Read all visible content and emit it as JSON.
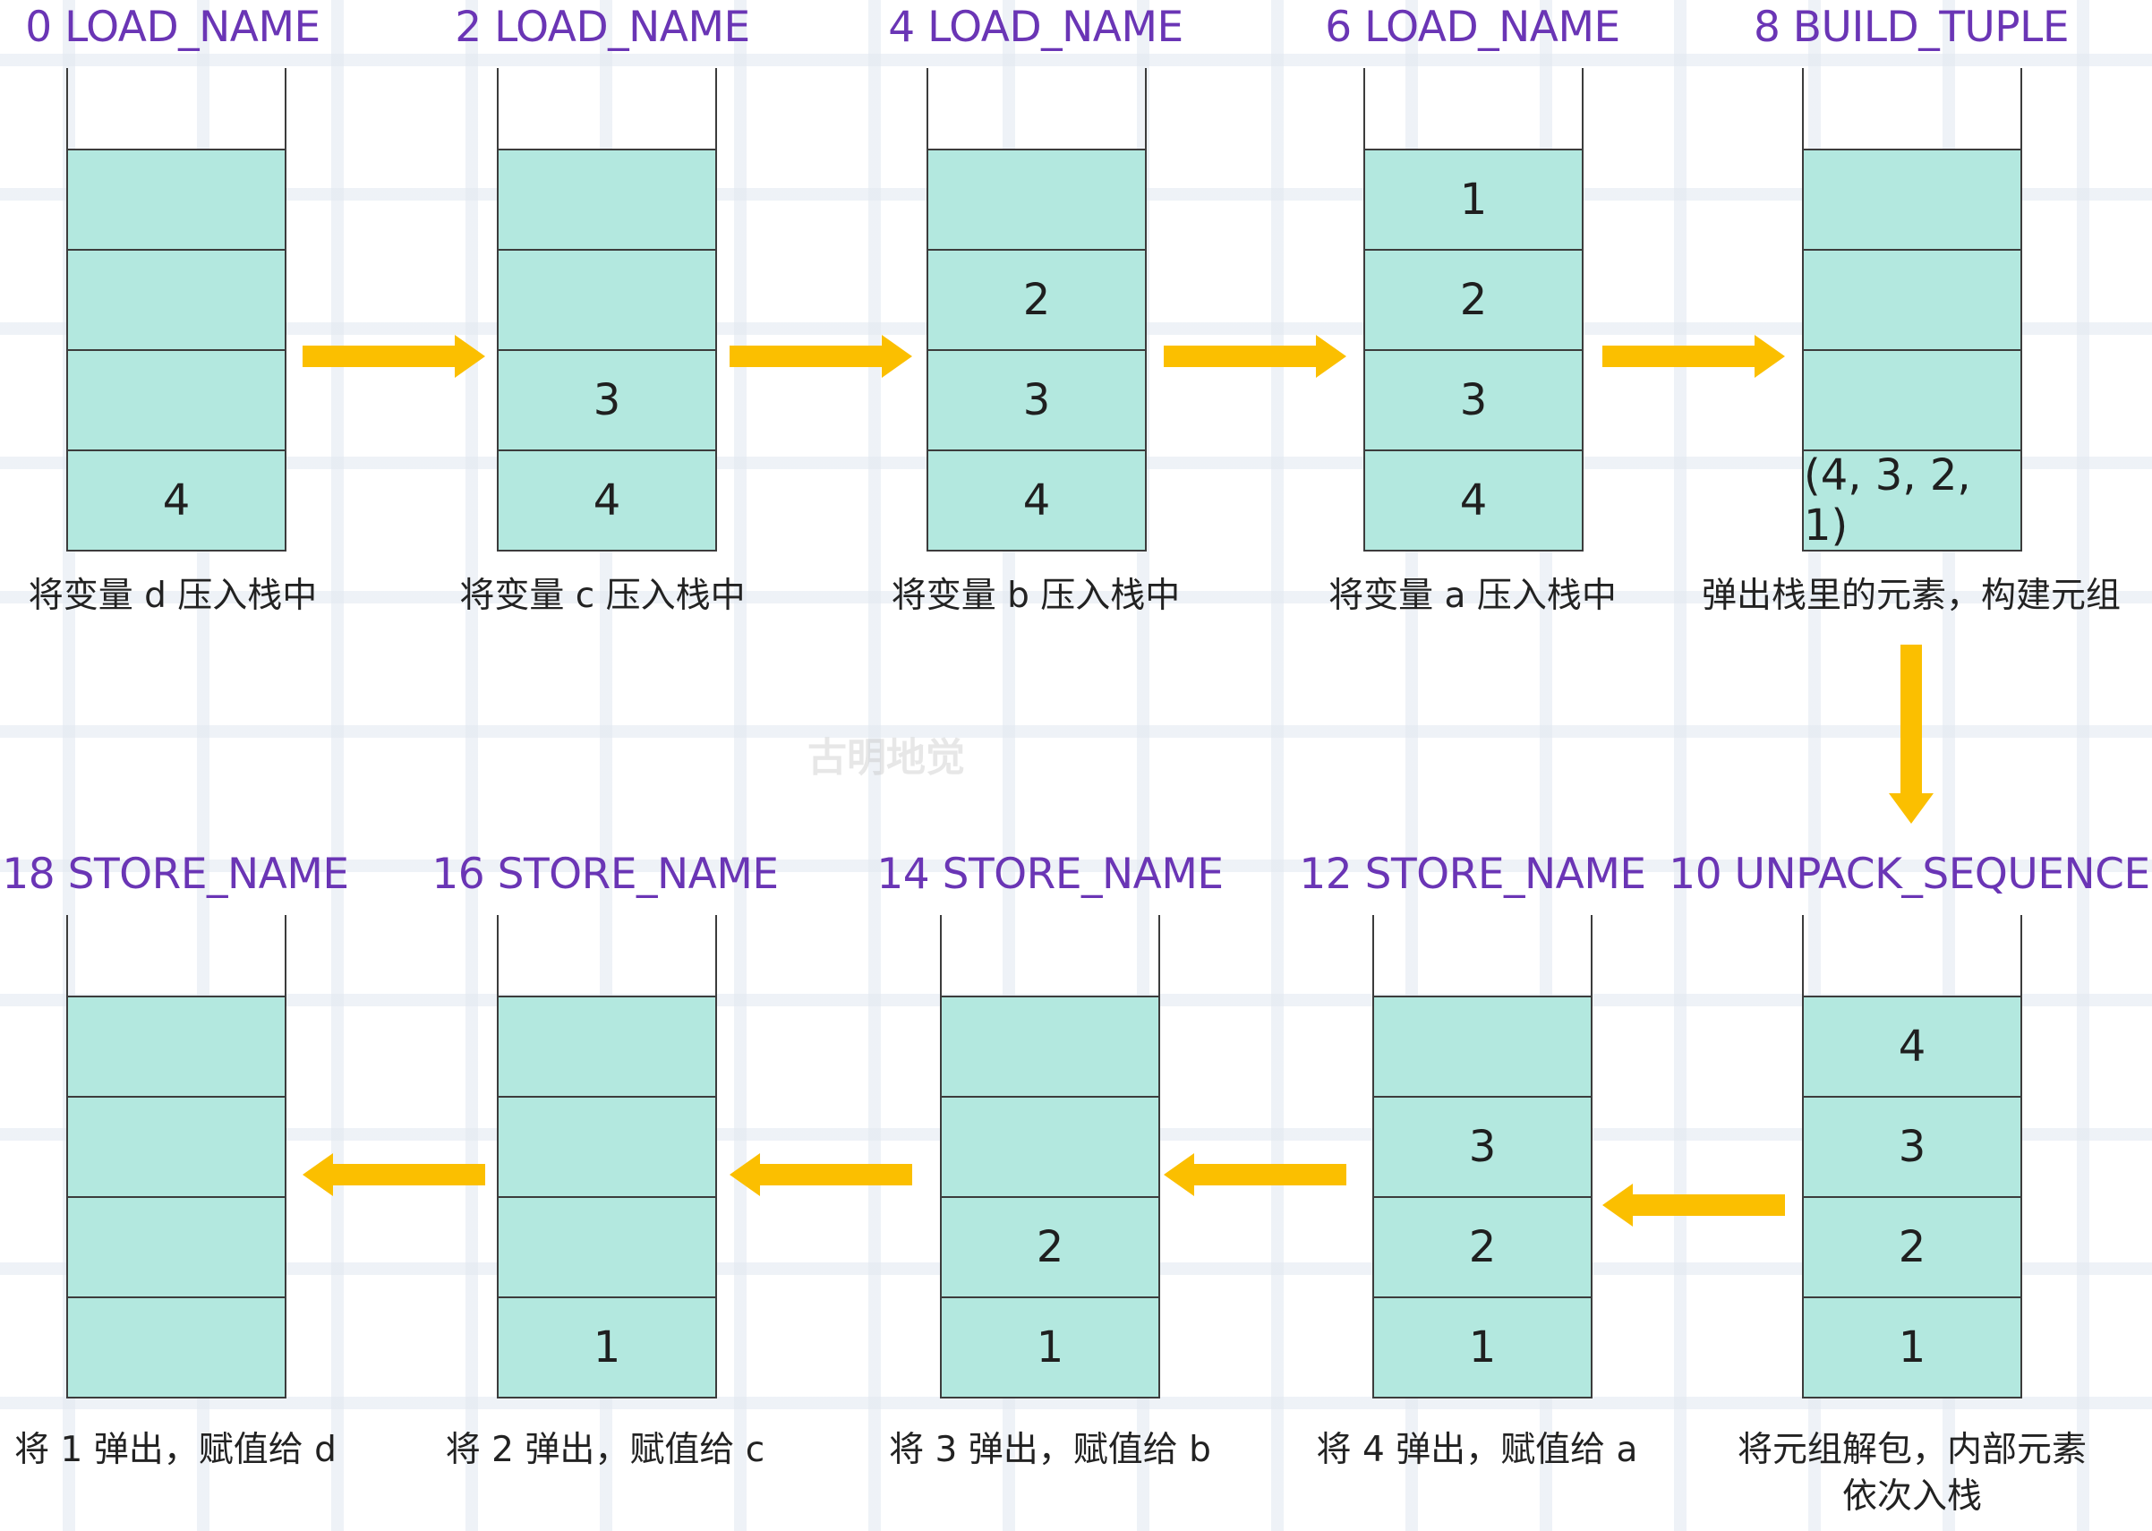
{
  "watermark": "古明地觉",
  "steps": [
    {
      "op": "0 LOAD_NAME",
      "cells": [
        "",
        "",
        "",
        "4"
      ],
      "caption": [
        "将变量 d 压入栈中"
      ]
    },
    {
      "op": "2 LOAD_NAME",
      "cells": [
        "",
        "",
        "3",
        "4"
      ],
      "caption": [
        "将变量 c 压入栈中"
      ]
    },
    {
      "op": "4 LOAD_NAME",
      "cells": [
        "",
        "2",
        "3",
        "4"
      ],
      "caption": [
        "将变量 b 压入栈中"
      ]
    },
    {
      "op": "6 LOAD_NAME",
      "cells": [
        "1",
        "2",
        "3",
        "4"
      ],
      "caption": [
        "将变量 a 压入栈中"
      ]
    },
    {
      "op": "8 BUILD_TUPLE",
      "cells": [
        "",
        "",
        "",
        "(4, 3, 2, 1)"
      ],
      "caption": [
        "弹出栈里的元素，构建元组"
      ]
    },
    {
      "op": "10 UNPACK_SEQUENCE",
      "cells": [
        "4",
        "3",
        "2",
        "1"
      ],
      "caption": [
        "将元组解包，内部元素",
        "依次入栈"
      ]
    },
    {
      "op": "12 STORE_NAME",
      "cells": [
        "",
        "3",
        "2",
        "1"
      ],
      "caption": [
        "将 4 弹出，赋值给 a"
      ]
    },
    {
      "op": "14 STORE_NAME",
      "cells": [
        "",
        "",
        "2",
        "1"
      ],
      "caption": [
        "将 3 弹出，赋值给 b"
      ]
    },
    {
      "op": "16 STORE_NAME",
      "cells": [
        "",
        "",
        "",
        "1"
      ],
      "caption": [
        "将 2 弹出，赋值给 c"
      ]
    },
    {
      "op": "18 STORE_NAME",
      "cells": [
        "",
        "",
        "",
        ""
      ],
      "caption": [
        "将 1 弹出，赋值给 d"
      ]
    }
  ],
  "colors": {
    "opcode": "#6a35b5",
    "stack_fill": "#b3e8df",
    "stack_border": "#3c3c3c",
    "arrow": "#fbbf00"
  }
}
